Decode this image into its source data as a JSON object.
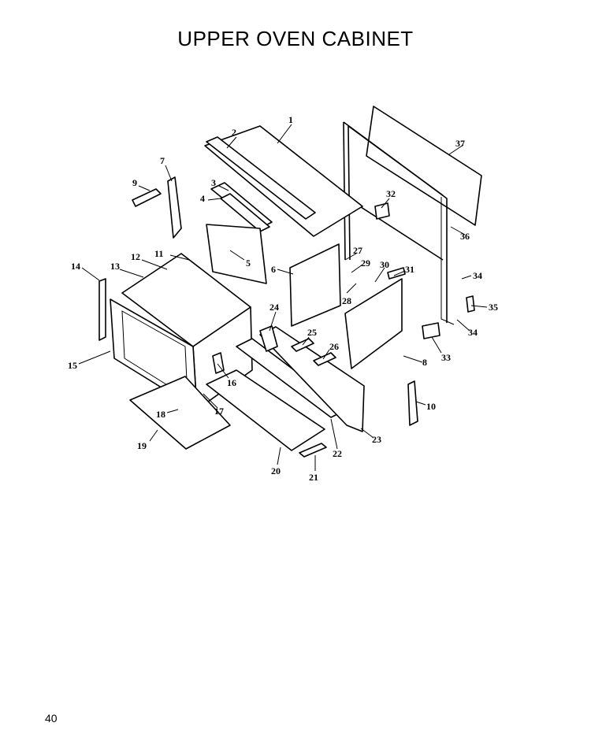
{
  "title": "UPPER OVEN CABINET",
  "page_number": "40",
  "labels": [
    "1",
    "2",
    "3",
    "4",
    "5",
    "6",
    "7",
    "8",
    "9",
    "10",
    "11",
    "12",
    "13",
    "14",
    "15",
    "16",
    "17",
    "18",
    "19",
    "20",
    "21",
    "22",
    "23",
    "24",
    "25",
    "26",
    "27",
    "28",
    "29",
    "30",
    "31",
    "32",
    "33",
    "34",
    "34",
    "35",
    "36",
    "37"
  ]
}
